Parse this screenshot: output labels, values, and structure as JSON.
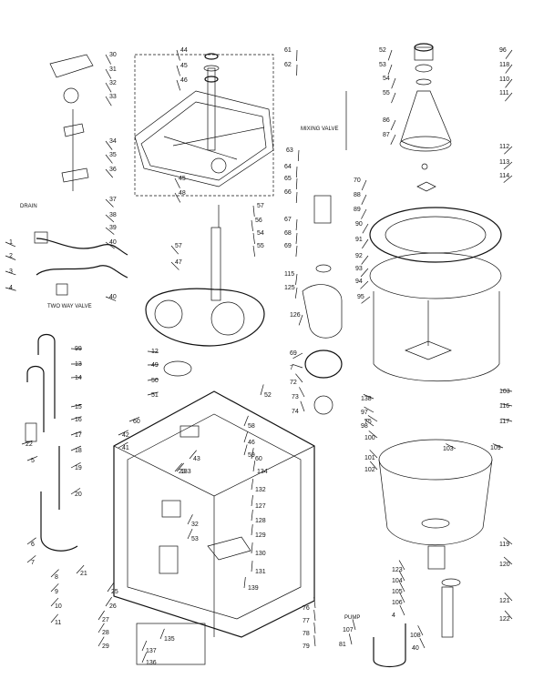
{
  "diagram": {
    "annotations": {
      "drain": "DRAIN",
      "two_way_valve": "TWO WAY VALVE",
      "mixing_valve": "MIXING VALVE",
      "pump": "PUMP"
    },
    "callouts": [
      "30",
      "31",
      "32",
      "33",
      "34",
      "35",
      "36",
      "37",
      "38",
      "39",
      "40",
      "40",
      "3",
      "4",
      "2",
      "1",
      "44",
      "45",
      "46",
      "61",
      "62",
      "45",
      "48",
      "57",
      "47",
      "55",
      "54",
      "56",
      "57",
      "52",
      "53",
      "54",
      "55",
      "86",
      "87",
      "63",
      "64",
      "65",
      "66",
      "67",
      "68",
      "69",
      "70",
      "88",
      "89",
      "90",
      "91",
      "92",
      "93",
      "94",
      "95",
      "96",
      "118",
      "110",
      "111",
      "112",
      "113",
      "114",
      "115",
      "125",
      "126",
      "69",
      "7",
      "72",
      "73",
      "74",
      "75",
      "138",
      "97",
      "98",
      "99",
      "13",
      "14",
      "15",
      "16",
      "17",
      "18",
      "19",
      "20",
      "21",
      "22",
      "5",
      "6",
      "7",
      "8",
      "9",
      "10",
      "11",
      "12",
      "49",
      "50",
      "51",
      "52",
      "58",
      "60",
      "42",
      "41",
      "43",
      "23",
      "46",
      "59",
      "60",
      "133",
      "134",
      "132",
      "127",
      "128",
      "129",
      "130",
      "131",
      "139",
      "32",
      "53",
      "25",
      "26",
      "27",
      "28",
      "29",
      "135",
      "136",
      "137",
      "100",
      "101",
      "102",
      "103",
      "109",
      "103",
      "116",
      "117",
      "119",
      "120",
      "121",
      "122",
      "123",
      "104",
      "105",
      "106",
      "107",
      "108",
      "40",
      "81",
      "4",
      "76",
      "77",
      "78",
      "79"
    ]
  }
}
